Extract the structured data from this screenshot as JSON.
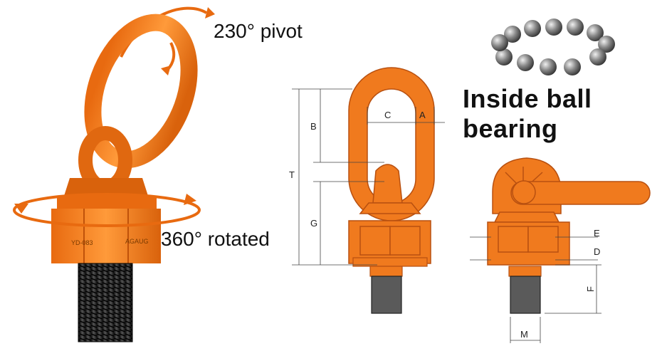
{
  "callouts": {
    "pivot": "230°  pivot",
    "rotated": "360°  rotated",
    "bearing": "Inside ball bearing"
  },
  "product_marks": {
    "model": "YD-083",
    "brand": "AGAUG"
  },
  "dimension_labels": {
    "T": "T",
    "B": "B",
    "G": "G",
    "C": "C",
    "A": "A",
    "E": "E",
    "D": "D",
    "F": "F",
    "M": "M"
  },
  "colors": {
    "orange": "#f07a1e",
    "orange_dark": "#c85a0c",
    "thread": "#2a2a2a",
    "steel": "#8a8a8a"
  }
}
